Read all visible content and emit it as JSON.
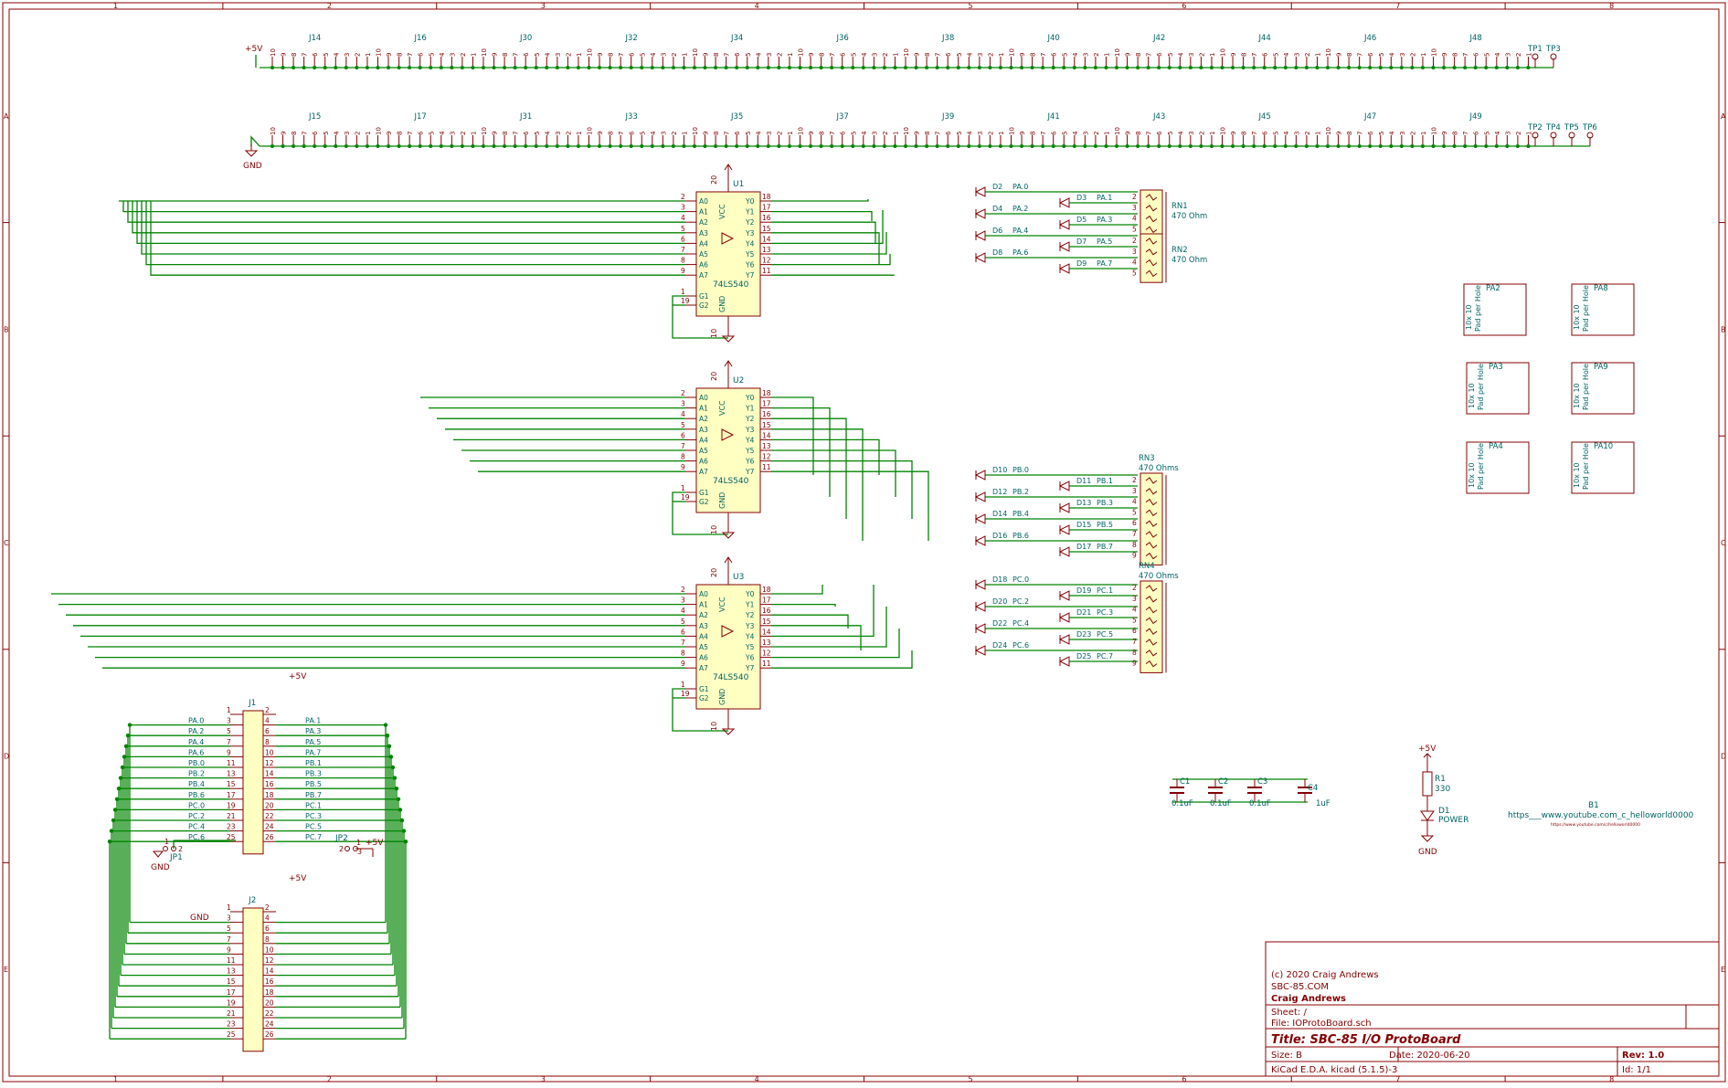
{
  "colors": {
    "frame": "#8b0000",
    "wire": "#008400",
    "component_body": "#ffffc2",
    "component_outline": "#840000",
    "label": "#006464",
    "text_dark": "#840000"
  },
  "frame": {
    "columns": [
      "1",
      "2",
      "3",
      "4",
      "5",
      "6",
      "7",
      "8"
    ],
    "rows": [
      "A",
      "B",
      "C",
      "D",
      "E"
    ]
  },
  "title_block": {
    "copyright": "(c) 2020 Craig Andrews",
    "website": "SBC-85.COM",
    "company": "Craig Andrews",
    "sheet": "Sheet: /",
    "file": "File: IOProtoBoard.sch",
    "title": "Title: SBC-85 I/O ProtoBoard",
    "size": "Size: B",
    "date": "Date: 2020-06-20",
    "rev": "Rev: 1.0",
    "tool": "KiCad E.D.A.  kicad (5.1.5)-3",
    "id": "Id: 1/1"
  },
  "headers_top": {
    "power_label": "+5V",
    "labels": [
      "J14",
      "J16",
      "J30",
      "J32",
      "J34",
      "J36",
      "J38",
      "J40",
      "J42",
      "J44",
      "J46",
      "J48"
    ],
    "testpoints": [
      "TP1",
      "TP3"
    ]
  },
  "headers_bottom": {
    "power_label": "GND",
    "labels": [
      "J15",
      "J17",
      "J31",
      "J33",
      "J35",
      "J37",
      "J39",
      "J41",
      "J43",
      "J45",
      "J47",
      "J49"
    ],
    "testpoints": [
      "TP2",
      "TP4",
      "TP5",
      "TP6"
    ]
  },
  "pin_numbers": [
    "10",
    "9",
    "8",
    "7",
    "6",
    "5",
    "4",
    "3",
    "2",
    "1"
  ],
  "buffers": [
    {
      "ref": "U1",
      "part": "74LS540"
    },
    {
      "ref": "U2",
      "part": "74LS540"
    },
    {
      "ref": "U3",
      "part": "74LS540"
    }
  ],
  "buffer_pins": {
    "left_numbers": [
      "2",
      "3",
      "4",
      "5",
      "6",
      "7",
      "8",
      "9"
    ],
    "left_names": [
      "A0",
      "A1",
      "A2",
      "A3",
      "A4",
      "A5",
      "A6",
      "A7"
    ],
    "right_numbers": [
      "18",
      "17",
      "16",
      "15",
      "14",
      "13",
      "12",
      "11"
    ],
    "right_names": [
      "Y0",
      "Y1",
      "Y2",
      "Y3",
      "Y4",
      "Y5",
      "Y6",
      "Y7"
    ],
    "gate_numbers": [
      "1",
      "19"
    ],
    "gate_names": [
      "G1",
      "G2"
    ],
    "vcc": "VCC",
    "gnd": "GND",
    "vcc_pin": "20",
    "gnd_pin": "10"
  },
  "led_groups": [
    {
      "col1": [
        [
          "D2",
          "PA.0"
        ],
        [
          "D4",
          "PA.2"
        ],
        [
          "D6",
          "PA.4"
        ],
        [
          "D8",
          "PA.6"
        ]
      ],
      "col2": [
        [
          "D3",
          "PA.1"
        ],
        [
          "D5",
          "PA.3"
        ],
        [
          "D7",
          "PA.5"
        ],
        [
          "D9",
          "PA.7"
        ]
      ]
    },
    {
      "col1": [
        [
          "D10",
          "PB.0"
        ],
        [
          "D12",
          "PB.2"
        ],
        [
          "D14",
          "PB.4"
        ],
        [
          "D16",
          "PB.6"
        ]
      ],
      "col2": [
        [
          "D11",
          "PB.1"
        ],
        [
          "D13",
          "PB.3"
        ],
        [
          "D15",
          "PB.5"
        ],
        [
          "D17",
          "PB.7"
        ]
      ]
    },
    {
      "col1": [
        [
          "D18",
          "PC.0"
        ],
        [
          "D20",
          "PC.2"
        ],
        [
          "D22",
          "PC.4"
        ],
        [
          "D24",
          "PC.6"
        ]
      ],
      "col2": [
        [
          "D19",
          "PC.1"
        ],
        [
          "D21",
          "PC.3"
        ],
        [
          "D23",
          "PC.5"
        ],
        [
          "D25",
          "PC.7"
        ]
      ]
    }
  ],
  "resistor_networks": [
    {
      "ref": "RN1",
      "value": "470 Ohm",
      "pins": [
        "2",
        "3",
        "4",
        "5"
      ]
    },
    {
      "ref": "RN2",
      "value": "470 Ohm",
      "pins": [
        "2",
        "3",
        "4",
        "5"
      ]
    },
    {
      "ref": "RN3",
      "value": "470 Ohms",
      "pins": [
        "2",
        "3",
        "4",
        "5",
        "6",
        "7",
        "8",
        "9"
      ]
    },
    {
      "ref": "RN4",
      "value": "470 Ohms",
      "pins": [
        "2",
        "3",
        "4",
        "5",
        "6",
        "7",
        "8",
        "9"
      ]
    }
  ],
  "pads": [
    {
      "ref": "PA2",
      "text1": "10x 10",
      "text2": "Pad per Hole"
    },
    {
      "ref": "PA8",
      "text1": "10x 10",
      "text2": "Pad per Hole"
    },
    {
      "ref": "PA3",
      "text1": "10x 10",
      "text2": "Pad per Hole"
    },
    {
      "ref": "PA9",
      "text1": "10x 10",
      "text2": "Pad per Hole"
    },
    {
      "ref": "PA4",
      "text1": "10x 10",
      "text2": "Pad per Hole"
    },
    {
      "ref": "PA10",
      "text1": "10x 10",
      "text2": "Pad per Hole"
    }
  ],
  "j1": {
    "ref": "J1",
    "power": "+5V",
    "left_pins": [
      "1",
      "3",
      "5",
      "7",
      "9",
      "11",
      "13",
      "15",
      "17",
      "19",
      "21",
      "23",
      "25"
    ],
    "right_pins": [
      "2",
      "4",
      "6",
      "8",
      "10",
      "12",
      "14",
      "16",
      "18",
      "20",
      "22",
      "24",
      "26"
    ],
    "left_nets": [
      "",
      "PA.0",
      "PA.2",
      "PA.4",
      "PA.6",
      "PB.0",
      "PB.2",
      "PB.4",
      "PB.6",
      "PC.0",
      "PC.2",
      "PC.4",
      "PC.6"
    ],
    "right_nets": [
      "",
      "PA.1",
      "PA.3",
      "PA.5",
      "PA.7",
      "PB.1",
      "PB.3",
      "PB.5",
      "PB.7",
      "PC.1",
      "PC.3",
      "PC.5",
      "PC.7"
    ]
  },
  "j2": {
    "ref": "J2",
    "power": "+5V",
    "gnd": "GND",
    "left_pins": [
      "1",
      "3",
      "5",
      "7",
      "9",
      "11",
      "13",
      "15",
      "17",
      "19",
      "21",
      "23",
      "25"
    ],
    "right_pins": [
      "2",
      "4",
      "6",
      "8",
      "10",
      "12",
      "14",
      "16",
      "18",
      "20",
      "22",
      "24",
      "26"
    ]
  },
  "jumpers": {
    "jp1": {
      "ref": "JP1",
      "pins": [
        "1",
        "2"
      ],
      "net": "GND"
    },
    "jp2": {
      "ref": "JP2",
      "pins": [
        "2",
        "1",
        "3"
      ],
      "net": "+5V"
    }
  },
  "capacitors": [
    {
      "ref": "C1",
      "value": "0.1uF"
    },
    {
      "ref": "C2",
      "value": "0.1uF"
    },
    {
      "ref": "C3",
      "value": "0.1uF"
    },
    {
      "ref": "C4",
      "value": "1uF"
    }
  ],
  "power_led": {
    "supply": "+5V",
    "r_ref": "R1",
    "r_value": "330",
    "d_ref": "D1",
    "d_value": "POWER",
    "gnd": "GND"
  },
  "logo": {
    "ref": "B1",
    "url": "https___www.youtube.com_c_helloworld0000",
    "small": "https://www.youtube.com/c/helloworld0000"
  }
}
